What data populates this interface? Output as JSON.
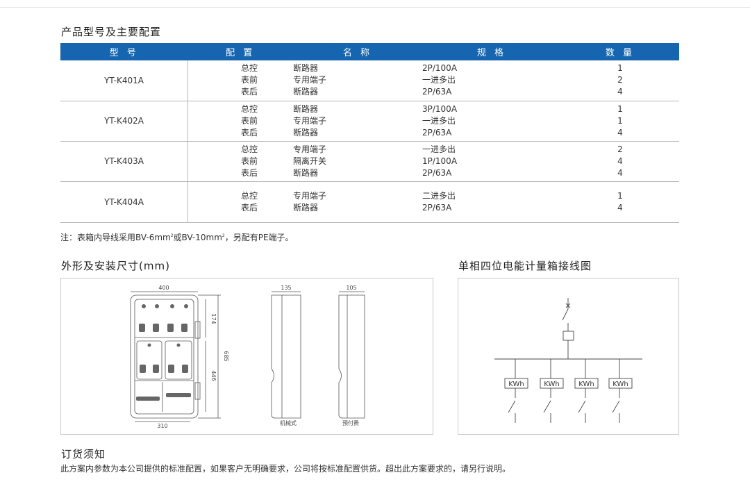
{
  "section1_title": "产品型号及主要配置",
  "table": {
    "headers": [
      "型 号",
      "配 置",
      "名 称",
      "规 格",
      "数 量"
    ],
    "rows": [
      {
        "model": "YT-K401A",
        "config": [
          "总控",
          "表前",
          "表后"
        ],
        "name": [
          "断路器",
          "专用端子",
          "断路器"
        ],
        "spec": [
          "2P/100A",
          "一进多出",
          "2P/63A"
        ],
        "qty": [
          "1",
          "2",
          "4"
        ]
      },
      {
        "model": "YT-K402A",
        "config": [
          "总控",
          "表前",
          "表后"
        ],
        "name": [
          "断路器",
          "专用端子",
          "断路器"
        ],
        "spec": [
          "3P/100A",
          "一进多出",
          "2P/63A"
        ],
        "qty": [
          "1",
          "1",
          "4"
        ]
      },
      {
        "model": "YT-K403A",
        "config": [
          "总控",
          "表前",
          "表后"
        ],
        "name": [
          "专用端子",
          "隔离开关",
          "断路器"
        ],
        "spec": [
          "一进多出",
          "1P/100A",
          "2P/63A"
        ],
        "qty": [
          "2",
          "4",
          "4"
        ]
      },
      {
        "model": "YT-K404A",
        "config": [
          "总控",
          "表后"
        ],
        "name": [
          "专用端子",
          "断路器"
        ],
        "spec": [
          "二进多出",
          "2P/63A"
        ],
        "qty": [
          "1",
          "4"
        ]
      }
    ]
  },
  "note": {
    "prefix": "注：表箱内导线采用BV-6mm",
    "sup": "2",
    "mid": "或BV-10mm",
    "suffix": "，另配有PE端子。"
  },
  "section2_title": "外形及安装尺寸(mm)",
  "section3_title": "单相四位电能计量箱接线图",
  "dims": {
    "width_top": "400",
    "width_bottom": "310",
    "h_top": "174",
    "h_mid": "446",
    "h_total": "685",
    "side1_w": "135",
    "side2_w": "105",
    "side1_label": "机械式",
    "side2_label": "预付费"
  },
  "wiring": {
    "meter_label": "KWh"
  },
  "section4_title": "订货须知",
  "order_text": "此方案内参数为本公司提供的标准配置，如果客户无明确要求，公司将按标准配置供货。超出此方案要求的，请另行说明。"
}
